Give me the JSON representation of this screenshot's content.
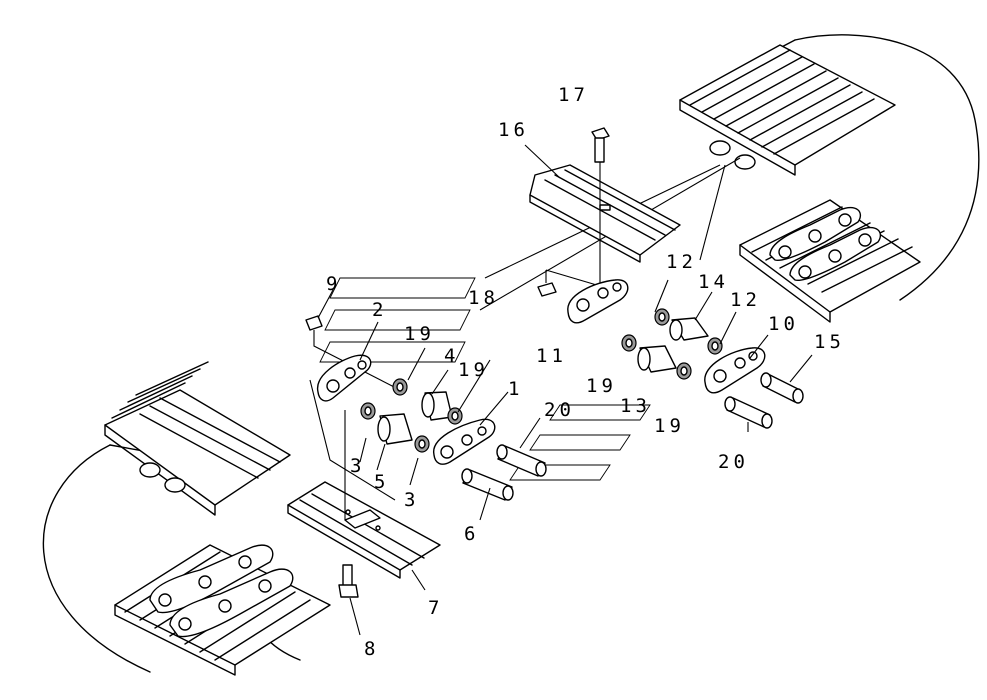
{
  "callouts": {
    "c1": "1",
    "c2": "2",
    "c3a": "3",
    "c3b": "3",
    "c4": "4",
    "c5": "5",
    "c6": "6",
    "c7": "7",
    "c8": "8",
    "c9": "9",
    "c10": "10",
    "c11": "11",
    "c12a": "12",
    "c12b": "12",
    "c13": "13",
    "c14": "14",
    "c15": "15",
    "c16": "16",
    "c17": "17",
    "c18": "18",
    "c19a": "19",
    "c19b": "19",
    "c19c": "19",
    "c19d": "19",
    "c20a": "20",
    "c20b": "20"
  }
}
